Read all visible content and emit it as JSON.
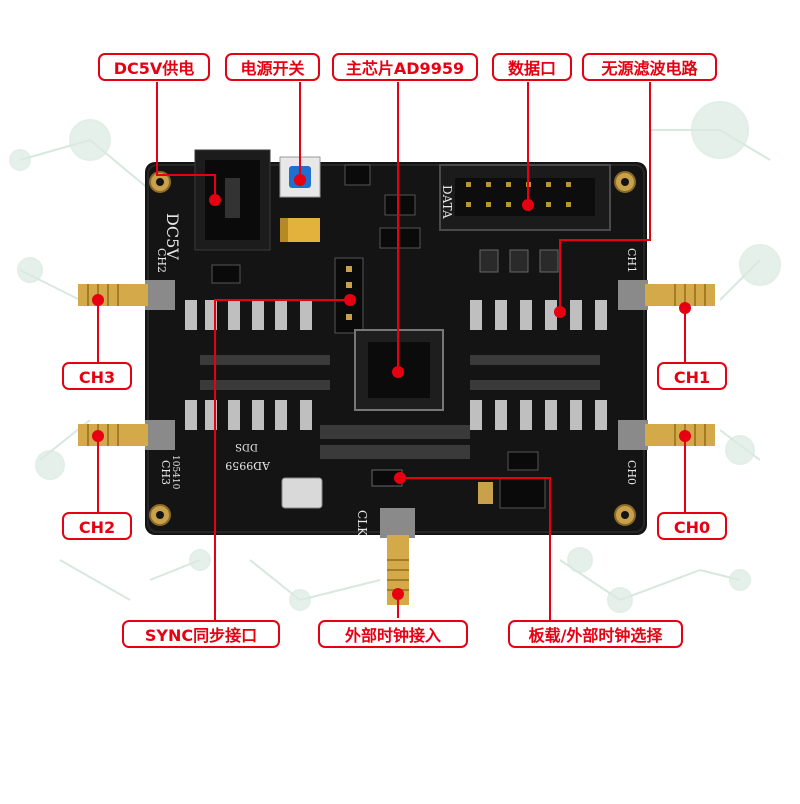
{
  "colors": {
    "accent": "#e60012",
    "board": "#141414",
    "gold": "#c9a14a",
    "network": "#cfe6d8"
  },
  "callouts": {
    "dc5v_power": "DC5V供电",
    "power_switch": "电源开关",
    "main_chip": "主芯片AD9959",
    "data_port": "数据口",
    "passive_filter": "无源滤波电路",
    "ch3": "CH3",
    "ch2": "CH2",
    "ch1": "CH1",
    "ch0": "CH0",
    "sync_port": "SYNC同步接口",
    "ext_clock_input": "外部时钟接入",
    "clock_select": "板载/外部时钟选择"
  },
  "silkscreen": {
    "dc5v": "DC5V",
    "data": "DATA",
    "ch2": "CH2",
    "ch3": "CH3",
    "ch1": "CH1",
    "ch0": "CH0",
    "clk": "CLK",
    "chip_name": "AD9959",
    "dds": "DDS",
    "code": "105410"
  }
}
